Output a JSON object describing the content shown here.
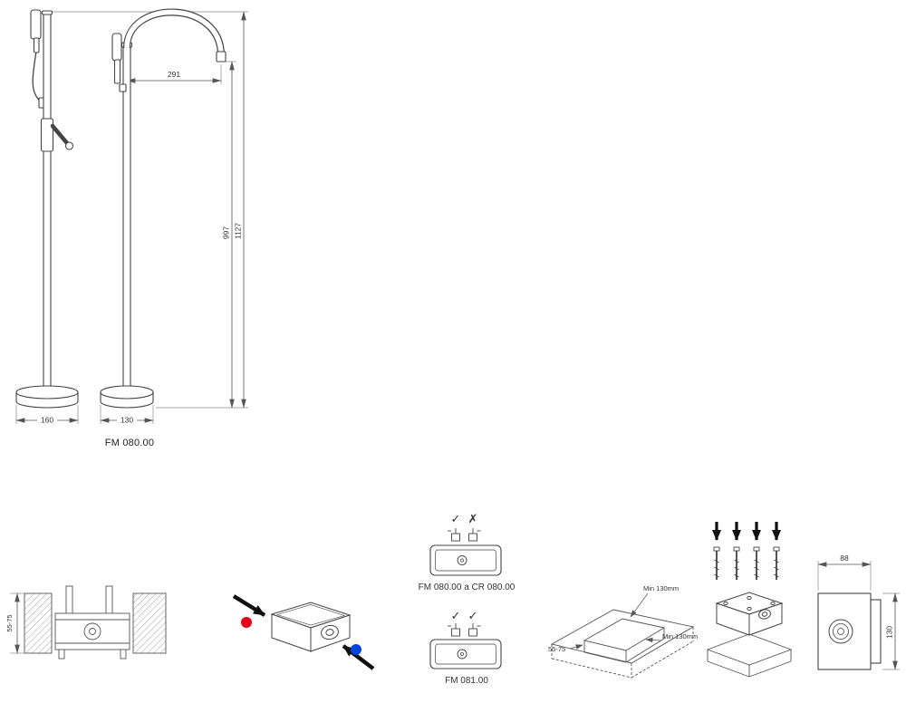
{
  "colors": {
    "hot_indicator": "#e2001a",
    "cold_indicator": "#0046dd",
    "line": "#444444"
  },
  "main_view": {
    "model_label": "FM 080.00",
    "dim_spout_reach": "291",
    "dim_spout_height": "997",
    "dim_total_height": "1127",
    "dim_base_front": "160",
    "dim_base_side": "130"
  },
  "details": {
    "floor_section": {
      "dim_depth": "55-75"
    },
    "compatibility": {
      "check_mark": "✓",
      "cross_mark": "✗",
      "variant_1_label": "FM 080.00 a CR 080.00",
      "variant_2_label": "FM 081.00"
    },
    "recess": {
      "dim_min_width": "Min 130mm",
      "dim_min_depth2": "Min 130mm",
      "dim_depth": "55-75"
    },
    "box_dimensions": {
      "width": "88",
      "height": "130"
    }
  }
}
